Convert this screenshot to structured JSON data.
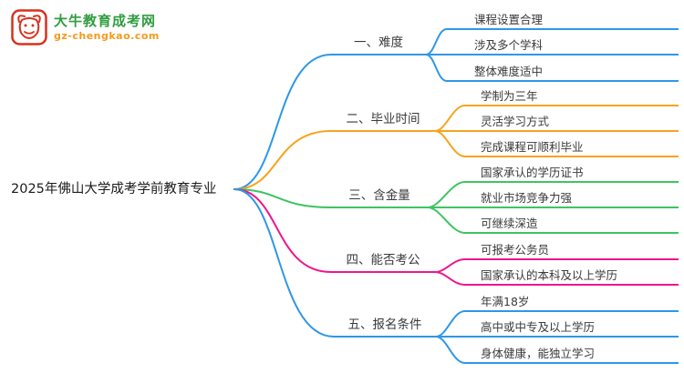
{
  "logo": {
    "brand": "大牛教育成考网",
    "domain": "gz-chengkao.com",
    "icon": "bull-icon"
  },
  "root": {
    "label": "2025年佛山大学成考学前教育专业"
  },
  "colors": {
    "branch_blue": "#2E97E8",
    "branch_orange": "#F6A41D",
    "branch_green": "#3EC462",
    "branch_pink": "#EE168C",
    "logo_green": "#2f9d3f",
    "logo_orange": "#f59a1d",
    "logo_red": "#d7321e"
  },
  "branches": [
    {
      "label": "一、难度",
      "color": "#2E97E8",
      "children": [
        "课程设置合理",
        "涉及多个学科",
        "整体难度适中"
      ]
    },
    {
      "label": "二、毕业时间",
      "color": "#F6A41D",
      "children": [
        "学制为三年",
        "灵活学习方式",
        "完成课程可顺利毕业"
      ]
    },
    {
      "label": "三、含金量",
      "color": "#3EC462",
      "children": [
        "国家承认的学历证书",
        "就业市场竞争力强",
        "可继续深造"
      ]
    },
    {
      "label": "四、能否考公",
      "color": "#EE168C",
      "children": [
        "可报考公务员",
        "国家承认的本科及以上学历"
      ]
    },
    {
      "label": "五、报名条件",
      "color": "#2E97E8",
      "children": [
        "年满18岁",
        "高中或中专及以上学历",
        "身体健康，能独立学习"
      ]
    }
  ]
}
